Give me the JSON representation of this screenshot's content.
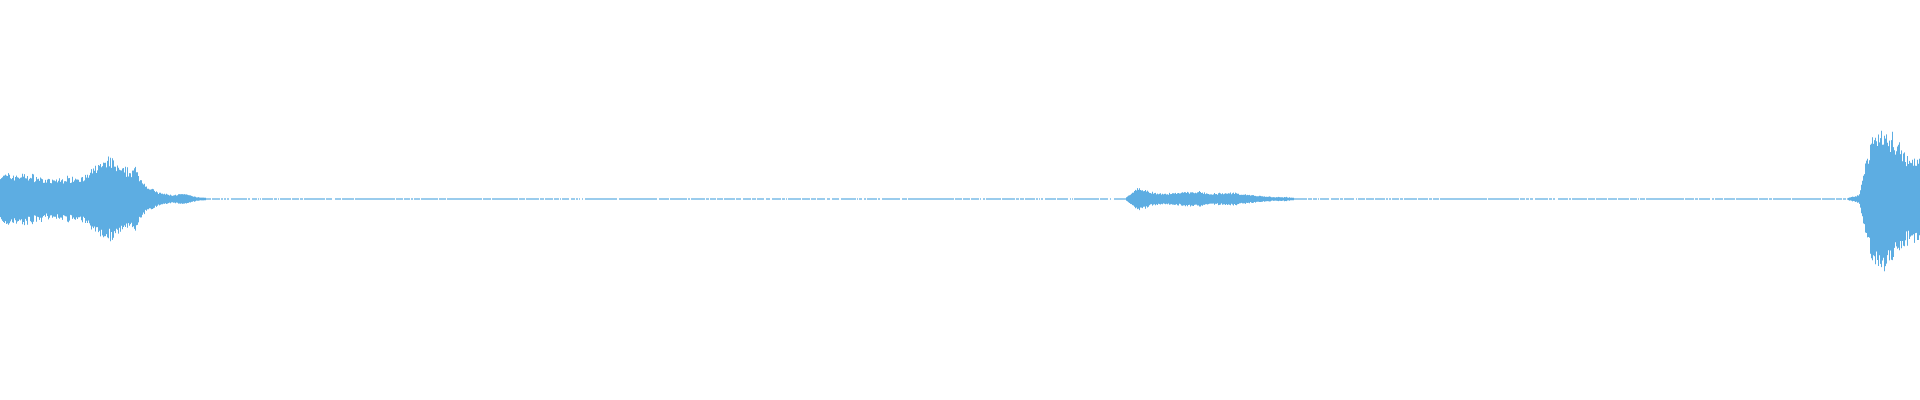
{
  "waveform": {
    "color": "#5dade2",
    "background": "#ffffff",
    "peak_envelope": [
      0.12,
      0.12,
      0.12,
      0.11,
      0.09,
      0.1,
      0.11,
      0.11,
      0.17,
      0.2,
      0.14,
      0.15,
      0.06,
      0.03,
      0.02,
      0.025,
      0.01,
      0.005,
      0.005,
      0.005,
      0.005,
      0.005,
      0.005,
      0.005,
      0.005,
      0.005,
      0.005,
      0.005,
      0.005,
      0.005,
      0.005,
      0.005,
      0.005,
      0.005,
      0.005,
      0.005,
      0.005,
      0.005,
      0.005,
      0.005,
      0.005,
      0.005,
      0.005,
      0.005,
      0.005,
      0.005,
      0.005,
      0.005,
      0.005,
      0.005,
      0.005,
      0.005,
      0.005,
      0.005,
      0.005,
      0.005,
      0.005,
      0.005,
      0.005,
      0.005,
      0.005,
      0.005,
      0.005,
      0.005,
      0.005,
      0.005,
      0.005,
      0.005,
      0.005,
      0.005,
      0.005,
      0.005,
      0.005,
      0.005,
      0.005,
      0.005,
      0.005,
      0.005,
      0.005,
      0.005,
      0.005,
      0.005,
      0.005,
      0.005,
      0.005,
      0.005,
      0.005,
      0.005,
      0.005,
      0.005,
      0.005,
      0.005,
      0.005,
      0.06,
      0.035,
      0.025,
      0.03,
      0.035,
      0.035,
      0.025,
      0.03,
      0.03,
      0.02,
      0.015,
      0.01,
      0.01,
      0.005,
      0.005,
      0.005,
      0.005,
      0.005,
      0.005,
      0.005,
      0.005,
      0.005,
      0.005,
      0.005,
      0.005,
      0.005,
      0.005,
      0.005,
      0.005,
      0.005,
      0.005,
      0.005,
      0.005,
      0.005,
      0.005,
      0.005,
      0.005,
      0.005,
      0.005,
      0.005,
      0.005,
      0.005,
      0.005,
      0.005,
      0.005,
      0.005,
      0.005,
      0.005,
      0.005,
      0.005,
      0.005,
      0.005,
      0.005,
      0.005,
      0.005,
      0.005,
      0.005,
      0.005,
      0.005,
      0.02,
      0.3,
      0.35,
      0.28,
      0.2
    ]
  }
}
